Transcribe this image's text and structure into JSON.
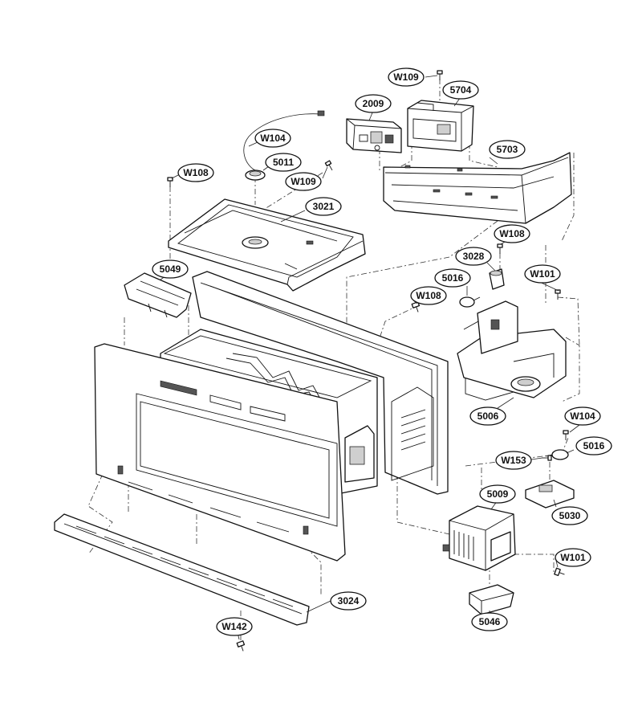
{
  "colors": {
    "line": "#111111",
    "fill": "#ffffff",
    "shade": "#cfcfcf"
  },
  "callouts": [
    {
      "id": "w109_top",
      "label": "W109"
    },
    {
      "id": "p5704",
      "label": "5704"
    },
    {
      "id": "p2009",
      "label": "2009"
    },
    {
      "id": "w104_top",
      "label": "W104"
    },
    {
      "id": "p5011",
      "label": "5011"
    },
    {
      "id": "w109_mid",
      "label": "W109"
    },
    {
      "id": "w108_left",
      "label": "W108"
    },
    {
      "id": "p5703",
      "label": "5703"
    },
    {
      "id": "p3021",
      "label": "3021"
    },
    {
      "id": "w108_right",
      "label": "W108"
    },
    {
      "id": "p3028",
      "label": "3028"
    },
    {
      "id": "p5016_top",
      "label": "5016"
    },
    {
      "id": "w101_top",
      "label": "W101"
    },
    {
      "id": "p5049",
      "label": "5049"
    },
    {
      "id": "w108_mid",
      "label": "W108"
    },
    {
      "id": "p5006",
      "label": "5006"
    },
    {
      "id": "w104_right",
      "label": "W104"
    },
    {
      "id": "p5016_right",
      "label": "5016"
    },
    {
      "id": "w153",
      "label": "W153"
    },
    {
      "id": "p5009",
      "label": "5009"
    },
    {
      "id": "p5030",
      "label": "5030"
    },
    {
      "id": "w101_bottom",
      "label": "W101"
    },
    {
      "id": "p3024",
      "label": "3024"
    },
    {
      "id": "p5046",
      "label": "5046"
    },
    {
      "id": "w142",
      "label": "W142"
    }
  ]
}
